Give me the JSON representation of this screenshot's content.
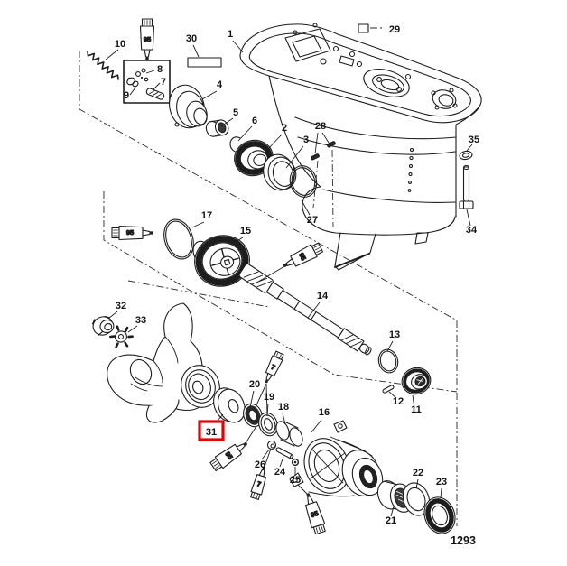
{
  "diagram": {
    "figure_number": "1293",
    "callouts": {
      "1": "1",
      "2": "2",
      "3": "3",
      "4": "4",
      "5": "5",
      "6": "6",
      "7": "7",
      "8": "8",
      "9": "9",
      "10": "10",
      "11": "11",
      "12": "12",
      "13": "13",
      "14": "14",
      "15": "15",
      "16": "16",
      "17": "17",
      "18": "18",
      "19": "19",
      "20": "20",
      "21": "21",
      "22": "22",
      "23": "23",
      "24": "24",
      "25": "25",
      "26": "26",
      "27": "27",
      "28": "28",
      "29": "29",
      "30": "30",
      "31": "31",
      "32": "32",
      "33": "33",
      "34": "34",
      "35": "35"
    },
    "tube_labels": {
      "lubricant": "95",
      "sealant": "7"
    },
    "highlight": {
      "selected_callout": "31",
      "color": "#e60000"
    }
  }
}
